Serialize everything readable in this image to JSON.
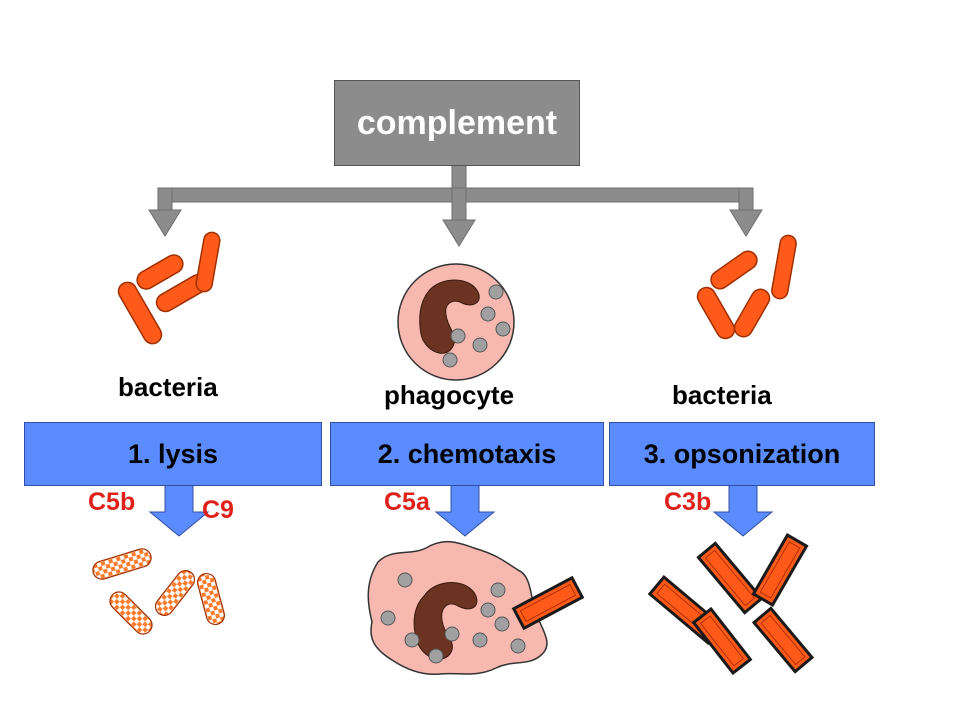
{
  "title": "complement",
  "columns": [
    {
      "organism": "bacteria",
      "mechanism": "1. lysis",
      "factors": [
        "C5b",
        "C9"
      ]
    },
    {
      "organism": "phagocyte",
      "mechanism": "2. chemotaxis",
      "factors": [
        "C5a"
      ]
    },
    {
      "organism": "bacteria",
      "mechanism": "3. opsonization",
      "factors": [
        "C3b"
      ]
    }
  ],
  "colors": {
    "complement_box": "#8c8c8c",
    "connector_arrow": "#8c8c8c",
    "mechanism_box": "#5b8cff",
    "factor_label": "#e0201a",
    "bacteria": "#ff5a1a",
    "phagocyte_body": "#f7b8b0",
    "nucleus": "#6b3321",
    "granule": "#a0a0a0"
  },
  "icons": [
    "bacteria-cluster-icon",
    "phagocyte-icon",
    "lysed-bacteria-icon",
    "phagocyte-engulfing-bacterium-icon",
    "opsonized-bacteria-icon"
  ]
}
